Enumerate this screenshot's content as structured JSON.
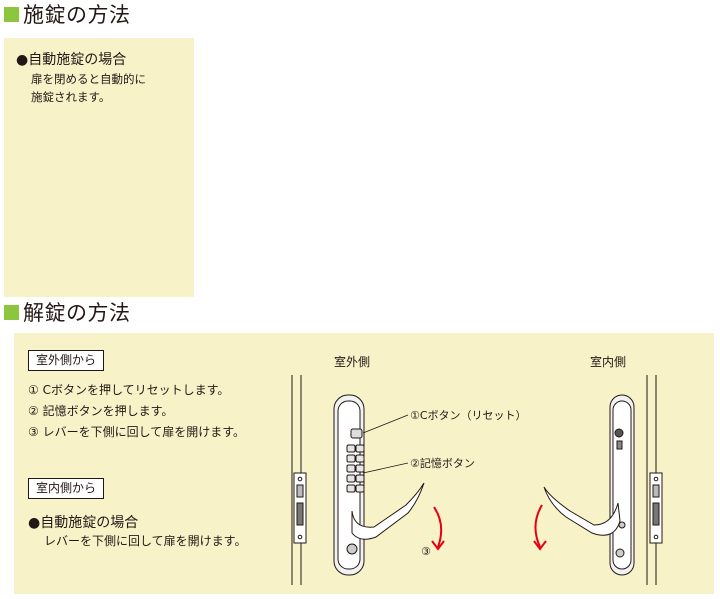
{
  "lock_section": {
    "title": "施錠の方法",
    "bullet_title": "●自動施錠の場合",
    "body": "扉を閉めると自動的に\n施錠されます。"
  },
  "unlock_section": {
    "title": "解錠の方法",
    "outside_tag": "室外側から",
    "steps": [
      "① Cボタンを押してリセットします。",
      "② 記憶ボタンを押します。",
      "③ レバーを下側に回して扉を開けます。"
    ],
    "inside_tag": "室内側から",
    "inside_bullet_title": "●自動施錠の場合",
    "inside_body": "レバーを下側に回して扉を開けます。",
    "outside_caption": "室外側",
    "inside_caption": "室内側",
    "callout_c": "①Cボタン（リセット）",
    "callout_memory": "②記憶ボタン",
    "callout_three": "③"
  },
  "colors": {
    "accent_square": "#8cc63f",
    "panel_bg": "#f7f2c8",
    "arrow": "#e60012"
  }
}
